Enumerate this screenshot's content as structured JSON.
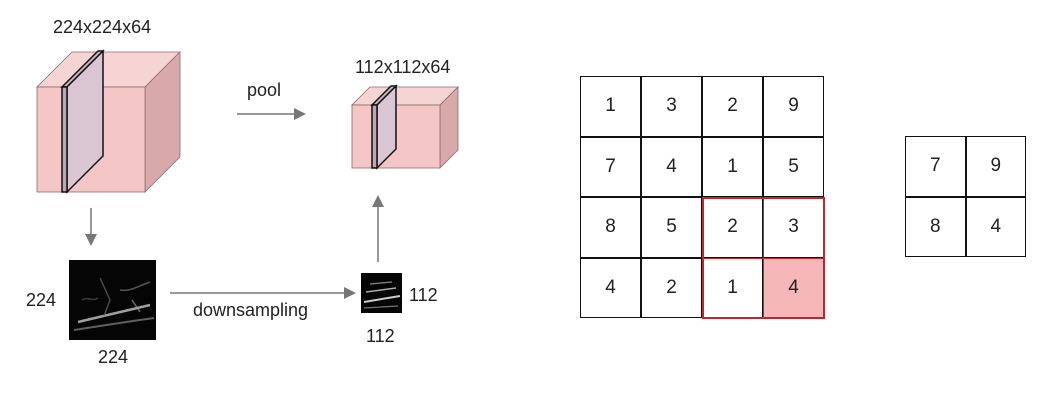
{
  "labels": {
    "big_cube_dims": "224x224x64",
    "small_cube_dims": "112x112x64",
    "pool": "pool",
    "downsampling": "downsampling",
    "big_map_height": "224",
    "big_map_width": "224",
    "small_map_height": "112",
    "small_map_width": "112"
  },
  "input_grid": [
    [
      "1",
      "3",
      "2",
      "9"
    ],
    [
      "7",
      "4",
      "1",
      "5"
    ],
    [
      "8",
      "5",
      "2",
      "3"
    ],
    [
      "4",
      "2",
      "1",
      "4"
    ]
  ],
  "output_grid": [
    [
      "7",
      "9"
    ],
    [
      "8",
      "4"
    ]
  ],
  "highlight": {
    "block_rows": [
      2,
      3
    ],
    "block_cols": [
      2,
      3
    ],
    "max_cell": [
      3,
      3
    ],
    "border_color": "#c0272d",
    "fill_color": "#f5b7b7"
  },
  "colors": {
    "cube_front": "#f4c6c6",
    "cube_top": "#f7d4d4",
    "cube_side": "#d7a9aa",
    "slice": "#d9c6d2",
    "arrow": "#777777"
  }
}
